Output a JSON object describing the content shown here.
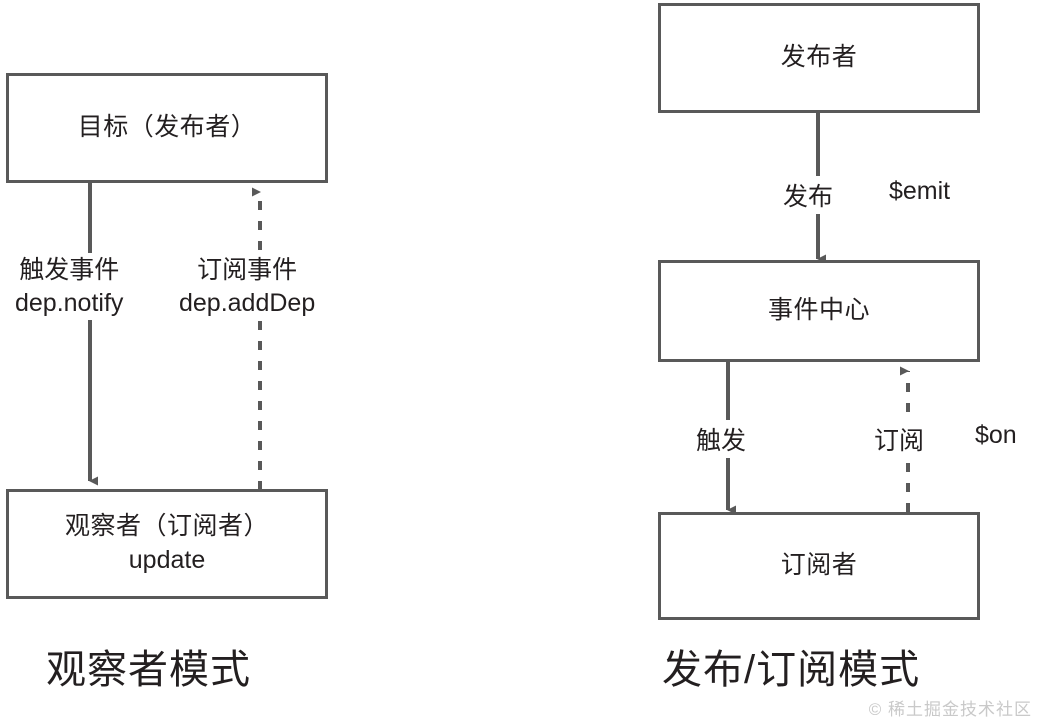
{
  "diagram": {
    "background_color": "#ffffff",
    "stroke_color": "#595959",
    "text_color": "#231f20",
    "watermark": "© 稀土掘金技术社区"
  },
  "left_panel": {
    "caption": "观察者模式",
    "nodes": {
      "subject": {
        "label": "目标（发布者）"
      },
      "observer": {
        "line1": "观察者（订阅者）",
        "line2": "update"
      }
    },
    "edges": {
      "notify": {
        "cn": "触发事件",
        "en": "dep.notify",
        "style": "solid",
        "direction": "down"
      },
      "subscribe": {
        "cn": "订阅事件",
        "en": "dep.addDep",
        "style": "dashed",
        "direction": "up"
      }
    }
  },
  "right_panel": {
    "caption": "发布/订阅模式",
    "nodes": {
      "publisher": {
        "label": "发布者"
      },
      "event_center": {
        "label": "事件中心"
      },
      "subscriber": {
        "label": "订阅者"
      }
    },
    "edges": {
      "publish": {
        "cn": "发布",
        "api": "$emit",
        "style": "solid",
        "direction": "down"
      },
      "trigger": {
        "cn": "触发",
        "style": "solid",
        "direction": "down"
      },
      "subscribe": {
        "cn": "订阅",
        "api": "$on",
        "style": "dashed",
        "direction": "up"
      }
    }
  }
}
